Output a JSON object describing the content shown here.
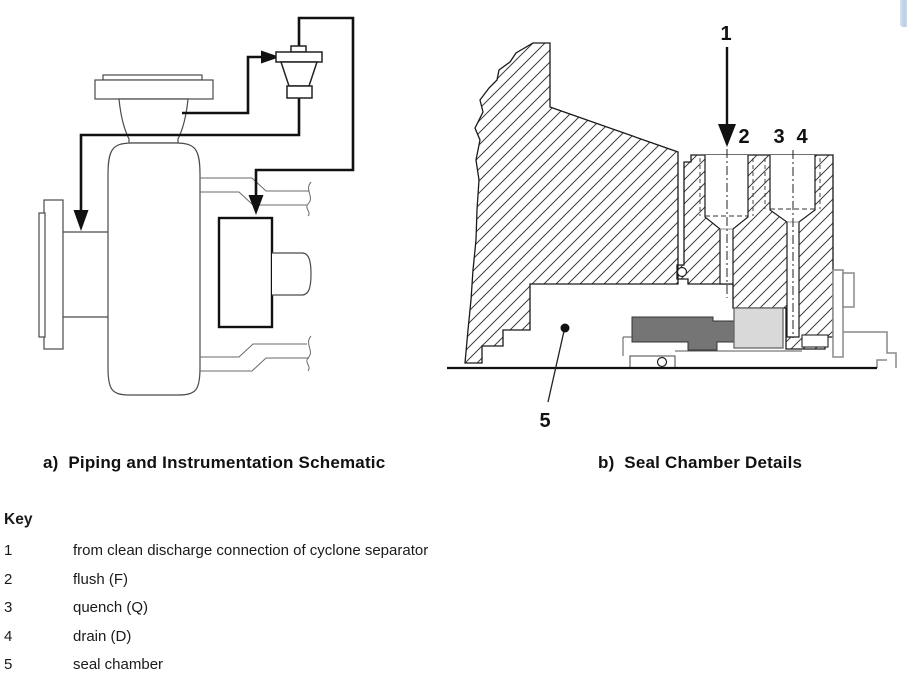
{
  "document": {
    "captions": {
      "a": "a)  Piping and Instrumentation Schematic",
      "b": "b)  Seal Chamber Details"
    },
    "diagram_b_labels": {
      "n1": "1",
      "n2": "2",
      "n3": "3",
      "n4": "4",
      "n5": "5"
    },
    "key": {
      "title": "Key",
      "items": [
        {
          "num": "1",
          "text": "from clean discharge connection of cyclone separator"
        },
        {
          "num": "2",
          "text": "flush (F)"
        },
        {
          "num": "3",
          "text": "quench (Q)"
        },
        {
          "num": "4",
          "text": "drain (D)"
        },
        {
          "num": "5",
          "text": "seal chamber"
        }
      ]
    },
    "colors": {
      "line_black": "#111111",
      "outline_gray": "#4a4a4a",
      "seal_dark_gray": "#757575",
      "seal_light_gray": "#d9d9d9",
      "scrollbar_blue": "#b9cfe7"
    }
  }
}
